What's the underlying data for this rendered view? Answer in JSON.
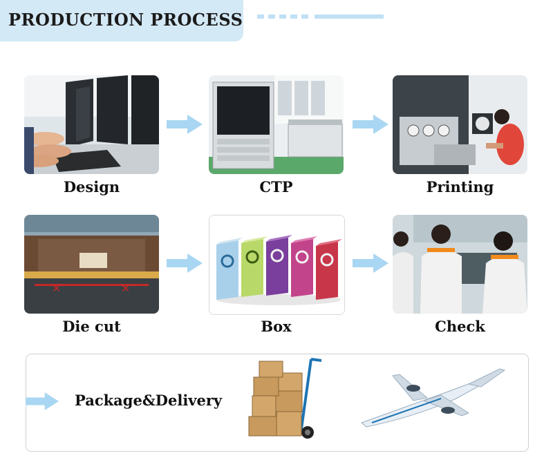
{
  "header": {
    "title": "PRODUCTION PROCESS"
  },
  "steps": [
    {
      "label": "Design"
    },
    {
      "label": "CTP"
    },
    {
      "label": "Printing"
    },
    {
      "label": "Die cut"
    },
    {
      "label": "Box"
    },
    {
      "label": "Check"
    }
  ],
  "delivery": {
    "label": "Package&Delivery"
  },
  "colors": {
    "accent": "#a9d6f2",
    "header_bg": "#d4e9f6"
  }
}
